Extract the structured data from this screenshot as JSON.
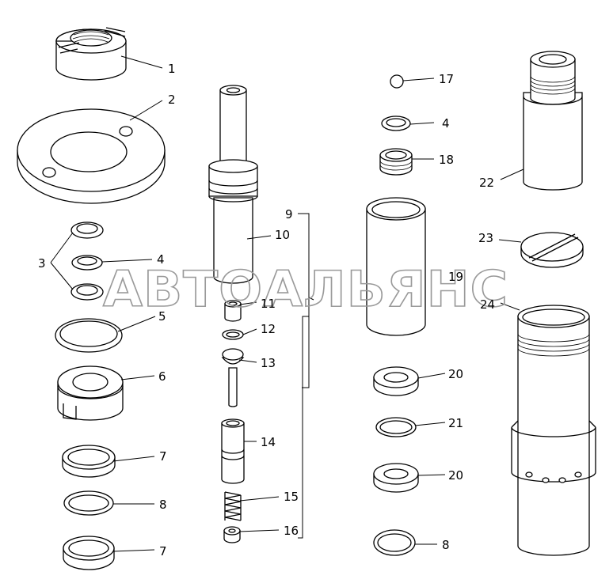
{
  "watermark": "АВТОАЛЬЯНС",
  "callouts": [
    {
      "id": "p1",
      "text": "1"
    },
    {
      "id": "p2",
      "text": "2"
    },
    {
      "id": "p3",
      "text": "3"
    },
    {
      "id": "p4a",
      "text": "4"
    },
    {
      "id": "p5",
      "text": "5"
    },
    {
      "id": "p6",
      "text": "6"
    },
    {
      "id": "p7a",
      "text": "7"
    },
    {
      "id": "p8a",
      "text": "8"
    },
    {
      "id": "p7b",
      "text": "7"
    },
    {
      "id": "p9",
      "text": "9"
    },
    {
      "id": "p10",
      "text": "10"
    },
    {
      "id": "p11",
      "text": "11"
    },
    {
      "id": "p12",
      "text": "12"
    },
    {
      "id": "p13",
      "text": "13"
    },
    {
      "id": "p14",
      "text": "14"
    },
    {
      "id": "p15",
      "text": "15"
    },
    {
      "id": "p16",
      "text": "16"
    },
    {
      "id": "p17",
      "text": "17"
    },
    {
      "id": "p4b",
      "text": "4"
    },
    {
      "id": "p18",
      "text": "18"
    },
    {
      "id": "p19",
      "text": "19"
    },
    {
      "id": "p20a",
      "text": "20"
    },
    {
      "id": "p21",
      "text": "21"
    },
    {
      "id": "p20b",
      "text": "20"
    },
    {
      "id": "p8b",
      "text": "8"
    },
    {
      "id": "p22",
      "text": "22"
    },
    {
      "id": "p23",
      "text": "23"
    },
    {
      "id": "p24",
      "text": "24"
    }
  ]
}
